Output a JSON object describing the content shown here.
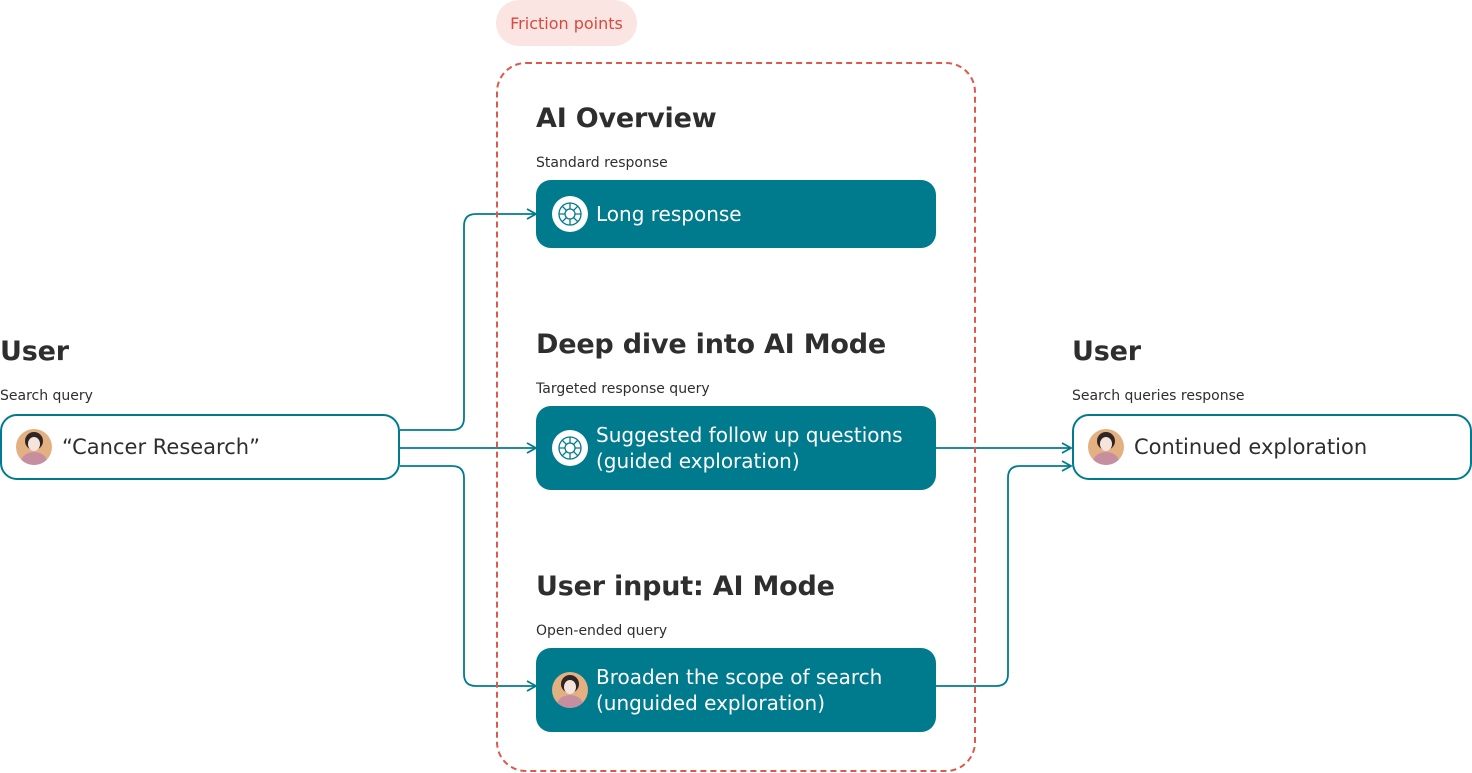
{
  "friction": {
    "label": "Friction points"
  },
  "user_left": {
    "title": "User",
    "subtitle": "Search query",
    "query": "“Cancer Research”"
  },
  "user_right": {
    "title": "User",
    "subtitle": "Search queries response",
    "box_text": "Continued exploration"
  },
  "sections": [
    {
      "title": "AI Overview",
      "subtitle": "Standard response",
      "lines": [
        "Long response"
      ],
      "icon": "ai-sparkle-icon"
    },
    {
      "title": "Deep dive into AI Mode",
      "subtitle": "Targeted response query",
      "lines": [
        "Suggested follow up questions",
        "(guided exploration)"
      ],
      "icon": "ai-sparkle-icon"
    },
    {
      "title": "User input: AI Mode",
      "subtitle": "Open-ended query",
      "lines": [
        "Broaden the scope of search",
        "(unguided exploration)"
      ],
      "icon": "user-avatar-icon"
    }
  ],
  "colors": {
    "teal": "#007b8d",
    "friction_red": "#dd5a4b",
    "pill_bg": "#fbe5e3",
    "text": "#2e2e2e"
  }
}
